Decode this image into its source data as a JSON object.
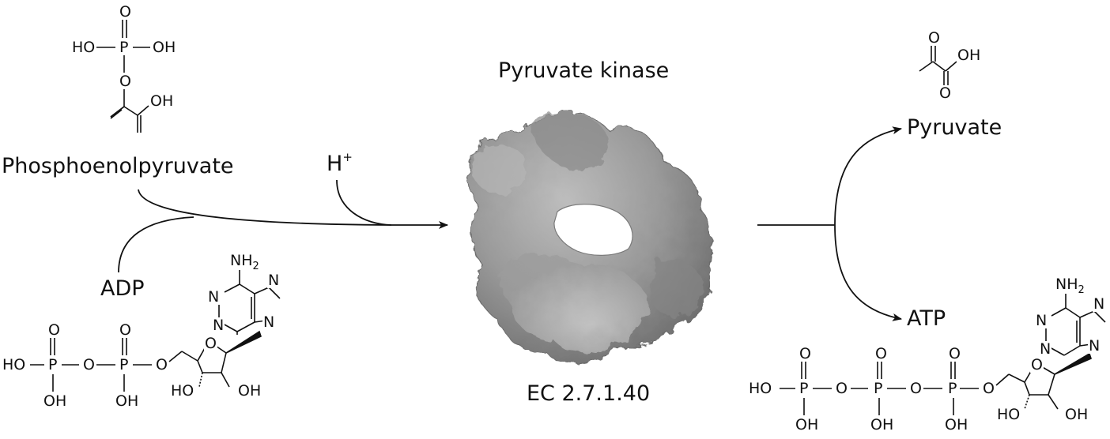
{
  "enzyme": {
    "name": "Pyruvate kinase",
    "ec": "EC 2.7.1.40"
  },
  "substrates": {
    "pep": "Phosphoenolpyruvate",
    "adp": "ADP",
    "proton": "H",
    "proton_charge": "+"
  },
  "products": {
    "pyruvate": "Pyruvate",
    "atp": "ATP"
  },
  "atoms": {
    "O": "O",
    "OH": "OH",
    "HO": "HO",
    "P": "P",
    "N": "N",
    "NH": "NH",
    "sub2": "2"
  },
  "colors": {
    "line": "#1a1a1a",
    "protein_light": "#c8c8c8",
    "protein_dark": "#7a7a7a"
  }
}
